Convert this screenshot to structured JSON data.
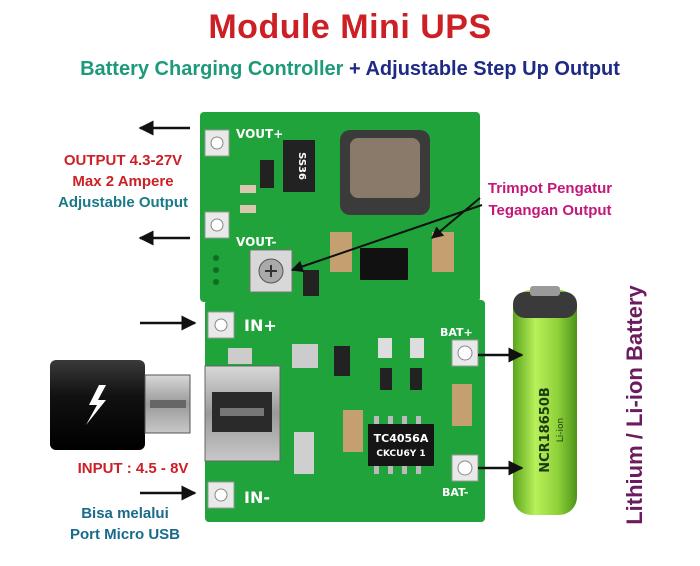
{
  "title": {
    "text": "Module Mini UPS",
    "color": "#cc1f26"
  },
  "subtitle": {
    "part1": "Battery Charging Controller",
    "plus": " + ",
    "part2": "Adjustable Step Up Output",
    "color1": "#1d9a7a",
    "color2": "#1f2a86"
  },
  "output_label": {
    "line1": "OUTPUT 4.3-27V",
    "line2": "Max 2 Ampere",
    "line3": "Adjustable Output",
    "color_red": "#cc1f26",
    "color_teal": "#1a7a8a"
  },
  "trimpot_label": {
    "line1": "Trimpot Pengatur",
    "line2": "Tegangan Output",
    "color": "#c2187a"
  },
  "input_label": {
    "text": "INPUT : 4.5 - 8V",
    "color": "#cc1f26"
  },
  "usb_label": {
    "line1": "Bisa melalui",
    "line2": "Port Micro USB",
    "color": "#1a6a8a"
  },
  "battery_side_label": {
    "text": "Lithium / Li-ion Battery",
    "color": "#6b1b5e"
  },
  "pcb": {
    "vout_plus": "VOUT+",
    "vout_minus": "VOUT-",
    "in_plus": "IN+",
    "in_minus": "IN-",
    "bat_plus": "BAT+",
    "bat_minus": "BAT-",
    "diode": "SS36",
    "chip": "TC4056A",
    "chip_code": "CKCU6Y 1",
    "color_board": "#1fa33a"
  },
  "battery": {
    "text": "NCR18650B",
    "sub": "Li-ion",
    "color": "#8fd13a"
  }
}
